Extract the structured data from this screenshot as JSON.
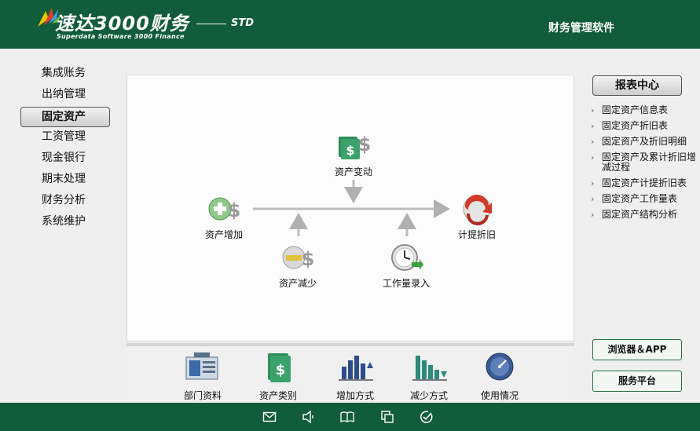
{
  "header": {
    "brand": "速达3000财务",
    "brand_sub": "Superdata Software 3000 Finance",
    "edition": "STD",
    "right_title": "财务管理软件"
  },
  "nav": {
    "items": [
      {
        "label": "集成账务"
      },
      {
        "label": "出纳管理"
      },
      {
        "label": "固定资产",
        "active": true
      },
      {
        "label": "工资管理"
      },
      {
        "label": "现金银行"
      },
      {
        "label": "期末处理"
      },
      {
        "label": "财务分析"
      },
      {
        "label": "系统维护"
      }
    ]
  },
  "flow": {
    "asset_change": "资产变动",
    "asset_add": "资产增加",
    "asset_reduce": "资产减少",
    "workload_entry": "工作量录入",
    "depreciation": "计提折旧"
  },
  "toolbar": {
    "items": [
      {
        "label": "部门资料",
        "icon": "department-icon"
      },
      {
        "label": "资产类别",
        "icon": "asset-category-icon"
      },
      {
        "label": "增加方式",
        "icon": "increase-method-icon"
      },
      {
        "label": "减少方式",
        "icon": "decrease-method-icon"
      },
      {
        "label": "使用情况",
        "icon": "usage-icon"
      }
    ]
  },
  "report_center": {
    "title": "报表中心",
    "items": [
      {
        "label": "固定资产信息表"
      },
      {
        "label": "固定资产折旧表"
      },
      {
        "label": "固定资产及折旧明细"
      },
      {
        "label": "固定资产及累计折旧增减过程"
      },
      {
        "label": "固定资产计提折旧表"
      },
      {
        "label": "固定资产工作量表"
      },
      {
        "label": "固定资产结构分析"
      }
    ]
  },
  "side_buttons": {
    "browser_app": "浏览器＆APP",
    "service_platform": "服务平台"
  },
  "footer": {
    "icons": [
      "mail-icon",
      "speaker-icon",
      "book-icon",
      "copy-icon",
      "check-icon"
    ]
  },
  "colors": {
    "brand_green": "#115c3a",
    "panel_bg": "#efefef"
  }
}
